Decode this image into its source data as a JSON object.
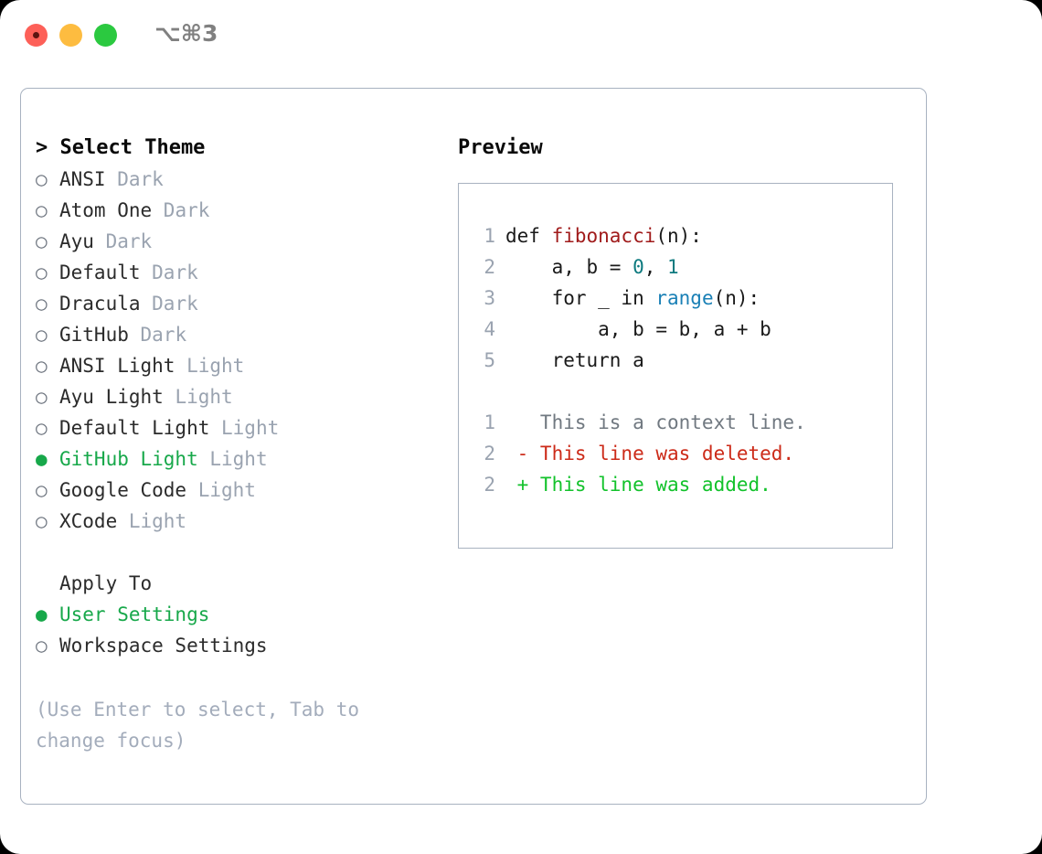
{
  "window": {
    "shortcut": "⌥⌘3",
    "traffic_lights": [
      "close-button",
      "minimize-button",
      "maximize-button"
    ],
    "colors": {
      "close": "#fd6058",
      "minimize": "#fdbc40",
      "maximize": "#2bc940",
      "selected_green": "#17a84a",
      "muted_gray": "#9aa3b0",
      "border": "#a8b2c0",
      "func_red": "#a01b1b",
      "num_teal": "#0d7a7f",
      "builtin_blue": "#1a80b6",
      "diff_del": "#cc2a18",
      "diff_add": "#12c22b"
    }
  },
  "theme_list": {
    "header": "> Select Theme",
    "items": [
      {
        "marker": "○",
        "name": "ANSI",
        "kind": "Dark",
        "selected": false
      },
      {
        "marker": "○",
        "name": "Atom One",
        "kind": "Dark",
        "selected": false
      },
      {
        "marker": "○",
        "name": "Ayu",
        "kind": "Dark",
        "selected": false
      },
      {
        "marker": "○",
        "name": "Default",
        "kind": "Dark",
        "selected": false
      },
      {
        "marker": "○",
        "name": "Dracula",
        "kind": "Dark",
        "selected": false
      },
      {
        "marker": "○",
        "name": "GitHub",
        "kind": "Dark",
        "selected": false
      },
      {
        "marker": "○",
        "name": "ANSI Light",
        "kind": "Light",
        "selected": false
      },
      {
        "marker": "○",
        "name": "Ayu Light",
        "kind": "Light",
        "selected": false
      },
      {
        "marker": "○",
        "name": "Default Light",
        "kind": "Light",
        "selected": false
      },
      {
        "marker": "●",
        "name": "GitHub Light",
        "kind": "Light",
        "selected": true
      },
      {
        "marker": "○",
        "name": "Google Code",
        "kind": "Light",
        "selected": false
      },
      {
        "marker": "○",
        "name": "XCode",
        "kind": "Light",
        "selected": false
      }
    ]
  },
  "apply_to": {
    "header": "Apply To",
    "items": [
      {
        "marker": "●",
        "name": "User Settings",
        "selected": true
      },
      {
        "marker": "○",
        "name": "Workspace Settings",
        "selected": false
      }
    ]
  },
  "hint": "(Use Enter to select, Tab to change focus)",
  "preview": {
    "title": "Preview",
    "code_lines": [
      {
        "num": "1",
        "tokens": [
          {
            "t": "def ",
            "c": "plain"
          },
          {
            "t": "fibonacci",
            "c": "func"
          },
          {
            "t": "(n):",
            "c": "plain"
          }
        ]
      },
      {
        "num": "2",
        "tokens": [
          {
            "t": "    a, b = ",
            "c": "plain"
          },
          {
            "t": "0",
            "c": "num"
          },
          {
            "t": ", ",
            "c": "plain"
          },
          {
            "t": "1",
            "c": "num"
          }
        ]
      },
      {
        "num": "3",
        "tokens": [
          {
            "t": "    for _ in ",
            "c": "plain"
          },
          {
            "t": "range",
            "c": "builtin"
          },
          {
            "t": "(n):",
            "c": "plain"
          }
        ]
      },
      {
        "num": "4",
        "tokens": [
          {
            "t": "        a, b = b, a + b",
            "c": "plain"
          }
        ]
      },
      {
        "num": "5",
        "tokens": [
          {
            "t": "    return a",
            "c": "plain"
          }
        ]
      }
    ],
    "diff_lines": [
      {
        "num": "1",
        "sign": " ",
        "text": " This is a context line.",
        "cls": "ctx"
      },
      {
        "num": "2",
        "sign": "-",
        "text": " This line was deleted.",
        "cls": "del"
      },
      {
        "num": "2",
        "sign": "+",
        "text": " This line was added.",
        "cls": "add"
      }
    ]
  }
}
